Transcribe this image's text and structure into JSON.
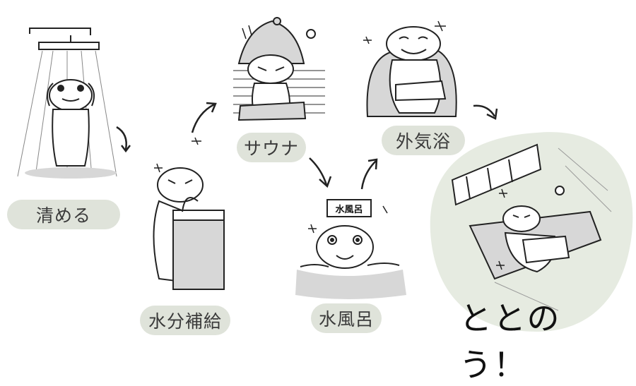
{
  "steps": {
    "wash": "清める",
    "hydrate": "水分補給",
    "sauna": "サウナ",
    "cold_bath": "水風呂",
    "outdoor_rest": "外気浴"
  },
  "cold_bath_sign": "水風呂",
  "finale": "ととのう！",
  "colors": {
    "pill_bg": "#dfe3da",
    "ink": "#222222",
    "tone": "#d7d7d7",
    "finale_blob": "#e6ebe1"
  }
}
